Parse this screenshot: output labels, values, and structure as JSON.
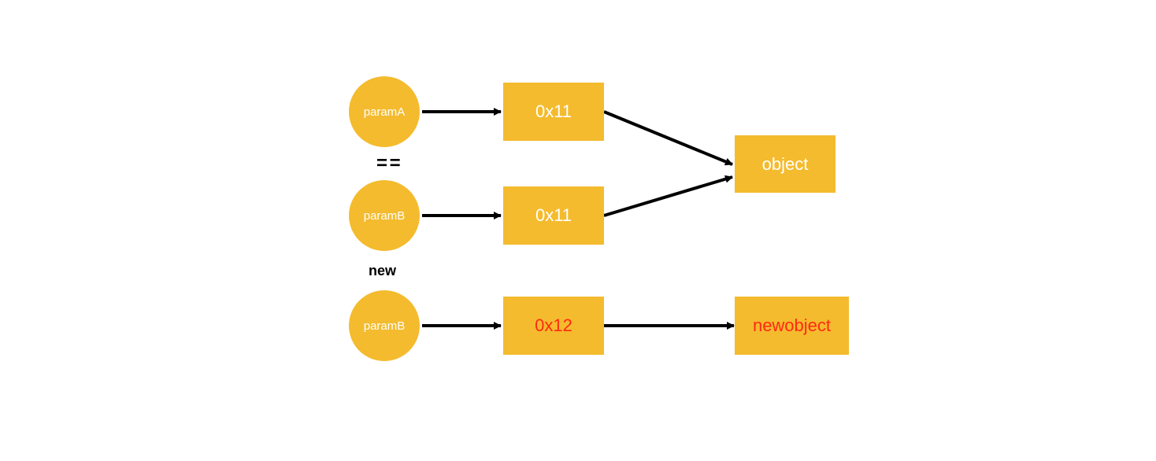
{
  "colors": {
    "node_fill": "#F4BB2E",
    "default_text": "#ffffff",
    "highlight_text": "#FF2A12",
    "arrow": "#000000"
  },
  "row1": {
    "variable": "paramA",
    "address": "0x11"
  },
  "equality_marker": "= =",
  "row2": {
    "variable": "paramB",
    "address": "0x11"
  },
  "shared_target": "object",
  "new_label": "new",
  "row3": {
    "variable": "paramB",
    "address": "0x12",
    "target": "newobject"
  }
}
